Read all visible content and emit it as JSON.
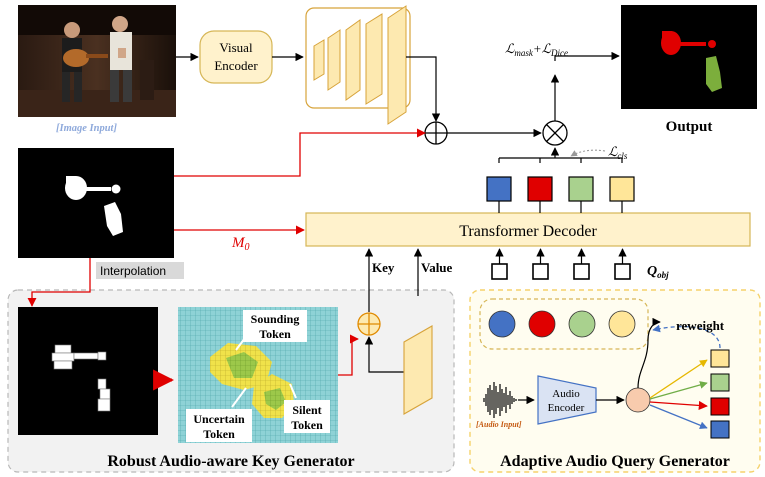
{
  "image_input": {
    "caption": "[Image Input]",
    "scene_kind": "photo of two musicians playing guitar"
  },
  "visual_encoder": {
    "label_line1": "Visual",
    "label_line2": "Encoder"
  },
  "output": {
    "title": "Output"
  },
  "losses": {
    "mask_dice": "ℒmask+ℒDice",
    "mask_part": "ℒ",
    "mask_sub": "mask",
    "plus": "+ℒ",
    "dice_sub": "Dice",
    "cls_part": "ℒ",
    "cls_sub": "cls"
  },
  "m0_label": {
    "main": "M",
    "sub": "0"
  },
  "transformer_decoder": {
    "label": "Transformer Decoder"
  },
  "key_label": "Key",
  "value_label": "Value",
  "q_obj": {
    "main": "Q",
    "sub": "obj"
  },
  "interpolation_label": "Interpolation",
  "token_labels": {
    "sounding_line1": "Sounding",
    "sounding_line2": "Token",
    "uncertain_line1": "Uncertain",
    "uncertain_line2": "Token",
    "silent_line1": "Silent",
    "silent_line2": "Token"
  },
  "robust_panel_title": "Robust Audio-aware Key Generator",
  "adaptive_panel_title": "Adaptive Audio Query Generator",
  "audio_input_label": "[Audio Input]",
  "audio_encoder": {
    "line1": "Audio",
    "line2": "Encoder"
  },
  "reweight_label": "reweight",
  "colors": {
    "feature_yellow": "#fde9b0",
    "feature_stroke": "#d7a33a",
    "decoder_fill": "#fff2cc",
    "decoder_stroke": "#d6b656",
    "query_blue": "#4472c4",
    "query_red": "#e00000",
    "query_green": "#a9d18e",
    "query_yellow": "#ffe699",
    "red_arrow": "#e00000",
    "robust_bg": "#f2f2f2",
    "adaptive_bg": "#fffdf0",
    "adaptive_border": "#f5d26b",
    "mesh_fill": "#8ed2d6",
    "caption_blue": "#8ea9db",
    "audio_caption": "#c55a11"
  }
}
